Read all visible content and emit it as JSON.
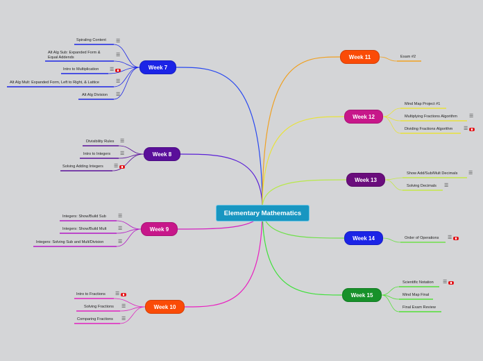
{
  "title": "Elementary Mathematics",
  "weeks": [
    {
      "label": "Week 7",
      "color": "#1b24e6",
      "items": [
        {
          "text": "Spiraling Content",
          "note": true,
          "badge": false
        },
        {
          "text": "Alt Alg Sub: Expanded Form & Equal Addends",
          "note": true,
          "badge": false
        },
        {
          "text": "Intro to Multiplication",
          "note": true,
          "badge": true
        },
        {
          "text": "Alt Alg Mult: Expanded Form, Left to Right, & Lattice",
          "note": true,
          "badge": false
        },
        {
          "text": "Alt Alg Division",
          "note": true,
          "badge": false
        }
      ]
    },
    {
      "label": "Week 8",
      "color": "#5a0f9a",
      "items": [
        {
          "text": "Divisibility Rules",
          "note": true,
          "badge": false
        },
        {
          "text": "Intro to Integers",
          "note": true,
          "badge": false
        },
        {
          "text": "Solving Adding Integers",
          "note": true,
          "badge": true
        }
      ]
    },
    {
      "label": "Week 9",
      "color": "#c7178a",
      "items": [
        {
          "text": "Integers: Show/Build Sub",
          "note": true,
          "badge": false
        },
        {
          "text": "Integers: Show/Build Mult",
          "note": true,
          "badge": false
        },
        {
          "text": "Integers: Solving Sub and Mult/Division",
          "note": true,
          "badge": false
        }
      ]
    },
    {
      "label": "Week 10",
      "color": "#fa4b07",
      "items": [
        {
          "text": "Intro to Fractions",
          "note": true,
          "badge": true
        },
        {
          "text": "Solving Fractions",
          "note": true,
          "badge": false
        },
        {
          "text": "Comparing Fractions",
          "note": true,
          "badge": false
        }
      ]
    },
    {
      "label": "Week 11",
      "color": "#fa4b07",
      "items": [
        {
          "text": "Exam #2",
          "note": false,
          "badge": false
        }
      ]
    },
    {
      "label": "Week 12",
      "color": "#c7178a",
      "items": [
        {
          "text": "Mind Map Project #1",
          "note": false,
          "badge": false
        },
        {
          "text": "Multiplying Fractions Algorithm",
          "note": true,
          "badge": false
        },
        {
          "text": "Dividing Fractions Algorithm",
          "note": true,
          "badge": true
        }
      ]
    },
    {
      "label": "Week 13",
      "color": "#6a0d7c",
      "items": [
        {
          "text": "Show Add/Sub/Mult Decimals",
          "note": true,
          "badge": false
        },
        {
          "text": "Solving Decimals",
          "note": true,
          "badge": false
        }
      ]
    },
    {
      "label": "Week 14",
      "color": "#1b24e6",
      "items": [
        {
          "text": "Order of Operations",
          "note": true,
          "badge": true
        }
      ]
    },
    {
      "label": "Week 15",
      "color": "#17912a",
      "items": [
        {
          "text": "Scientific Notation",
          "note": true,
          "badge": true
        },
        {
          "text": "Mind Map Final",
          "note": false,
          "badge": false
        },
        {
          "text": "Final Exam Review",
          "note": false,
          "badge": false
        }
      ]
    }
  ],
  "icons": {
    "note": "note-icon",
    "attachment": "attachment-icon"
  }
}
